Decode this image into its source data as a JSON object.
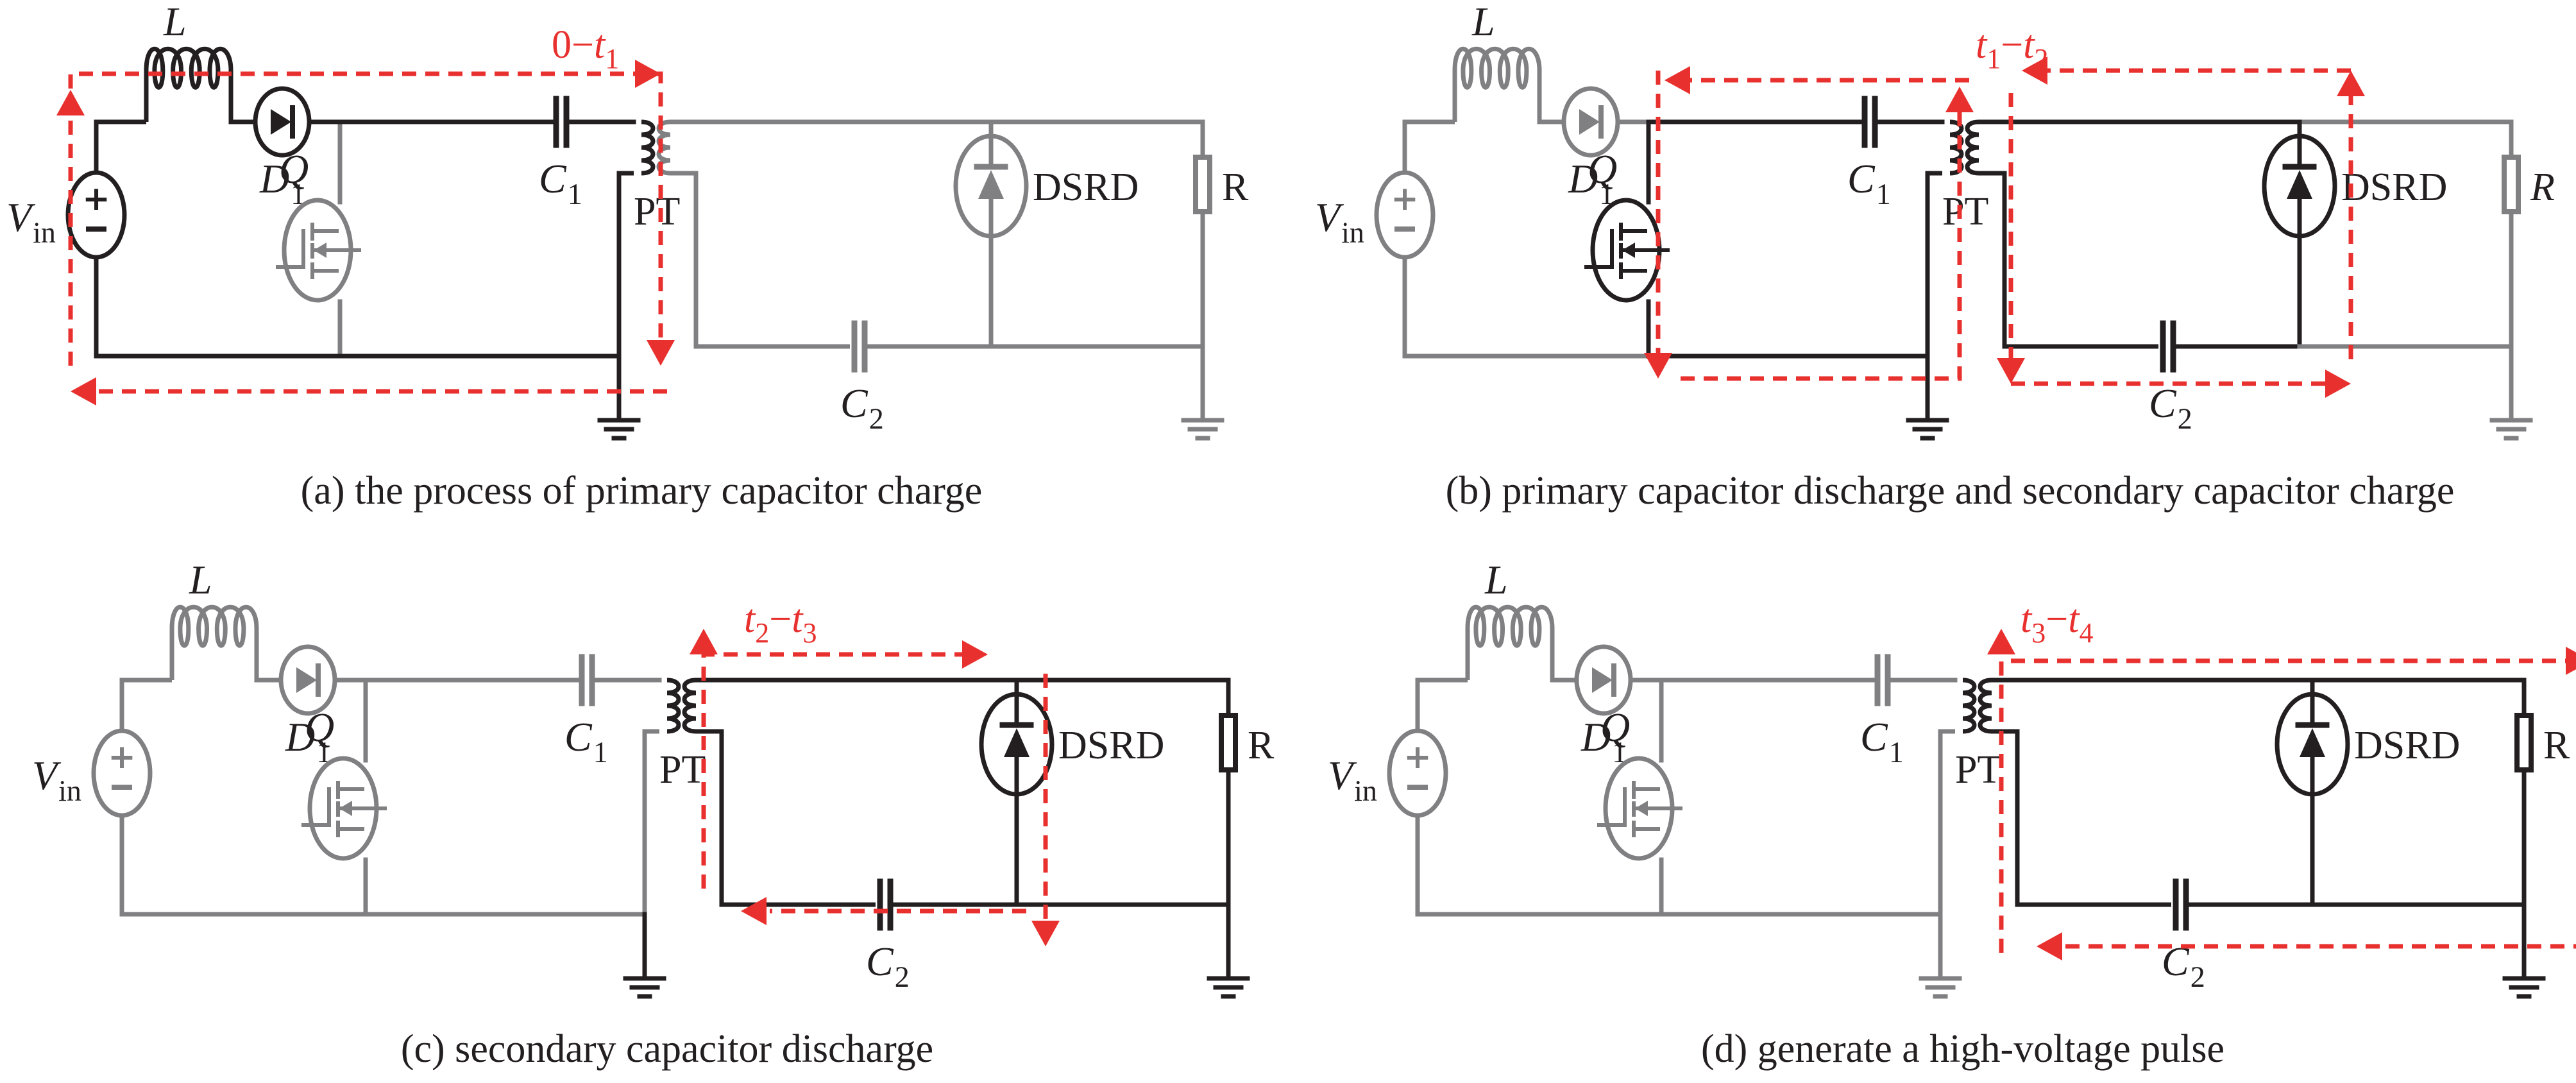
{
  "figure": {
    "colors": {
      "active": "#231f20",
      "inactive": "#808083",
      "current_path": "#e8312f",
      "background": "#ffffff"
    },
    "component_labels": {
      "inductor": "L",
      "diode": "D",
      "diode_sub": "1",
      "source": "V",
      "source_sub": "in",
      "switch": "Q",
      "primary_cap": "C",
      "primary_cap_sub": "1",
      "secondary_cap": "C",
      "secondary_cap_sub": "2",
      "transformer": "PT",
      "dsrd": "DSRD",
      "load": "R",
      "plus": "+",
      "minus": "−"
    },
    "panels": [
      {
        "id": "a",
        "caption": "(a) the process of primary capacitor charge",
        "interval": {
          "t_start": "0",
          "dash": "−",
          "t_end": "t",
          "t_end_sub": "1",
          "start_is_var": false,
          "start_sub": ""
        },
        "active_components": [
          "Vin",
          "L",
          "D1",
          "C1",
          "PT-primary",
          "ground-primary"
        ],
        "inactive_components": [
          "Q",
          "PT-secondary",
          "C2",
          "DSRD",
          "R",
          "ground-secondary"
        ],
        "load_label_italic": false
      },
      {
        "id": "b",
        "caption": "(b) primary capacitor discharge and secondary capacitor charge",
        "interval": {
          "t_start": "t",
          "start_sub": "1",
          "dash": "−",
          "t_end": "t",
          "t_end_sub": "2",
          "start_is_var": true
        },
        "active_components": [
          "Q",
          "C1",
          "PT-primary",
          "PT-secondary",
          "C2",
          "DSRD",
          "ground-primary"
        ],
        "inactive_components": [
          "Vin",
          "L",
          "D1",
          "R",
          "ground-secondary"
        ],
        "load_label_italic": true
      },
      {
        "id": "c",
        "caption": "(c) secondary capacitor discharge",
        "interval": {
          "t_start": "t",
          "start_sub": "2",
          "dash": "−",
          "t_end": "t",
          "t_end_sub": "3",
          "start_is_var": true
        },
        "active_components": [
          "PT-secondary",
          "C2",
          "DSRD",
          "R",
          "ground-secondary",
          "ground-primary"
        ],
        "inactive_components": [
          "Vin",
          "L",
          "D1",
          "Q",
          "C1"
        ],
        "load_label_italic": false
      },
      {
        "id": "d",
        "caption": "(d) generate a high-voltage pulse",
        "interval": {
          "t_start": "t",
          "start_sub": "3",
          "dash": "−",
          "t_end": "t",
          "t_end_sub": "4",
          "start_is_var": true
        },
        "active_components": [
          "PT-secondary",
          "C2",
          "DSRD",
          "R",
          "ground-secondary"
        ],
        "inactive_components": [
          "Vin",
          "L",
          "D1",
          "Q",
          "C1",
          "ground-primary"
        ],
        "load_label_italic": false
      }
    ]
  }
}
